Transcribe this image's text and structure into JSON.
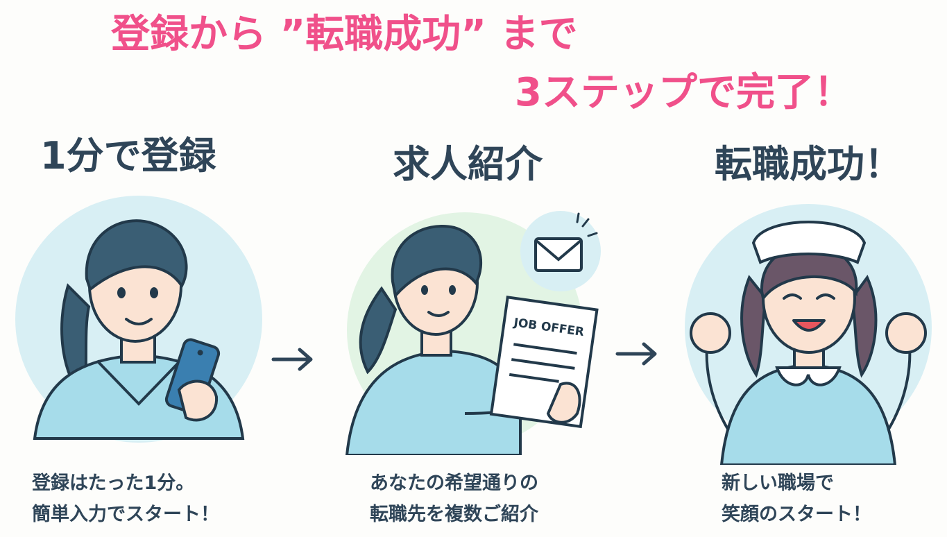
{
  "headline": {
    "line1": "登録から ”転職成功” まで",
    "line2": "3ステップで完了！"
  },
  "steps": [
    {
      "title": "1分で登録",
      "caption_lines": [
        "登録はたった1分。",
        "簡単入力でスタート！"
      ],
      "illustration": "woman-smartphone-illustration"
    },
    {
      "title": "求人紹介",
      "caption_lines": [
        "あなたの希望通りの",
        "転職先を複数ご紹介"
      ],
      "illustration": "woman-job-offer-illustration",
      "document_label": "JOB OFFER",
      "icon": "envelope-icon"
    },
    {
      "title": "転職成功！",
      "caption_lines": [
        "新しい職場で",
        "笑顔のスタート！"
      ],
      "illustration": "nurse-celebrating-illustration"
    }
  ],
  "connector_icon": "arrow-right-icon",
  "colors": {
    "headline": "#f0508a",
    "text": "#2f4558",
    "circle_blue": "#d8eff4",
    "circle_green": "#e2f4e4",
    "uniform": "#a6dcea",
    "hair": "#3a5e74",
    "skin": "#fbe3d3",
    "outline": "#22394a"
  }
}
